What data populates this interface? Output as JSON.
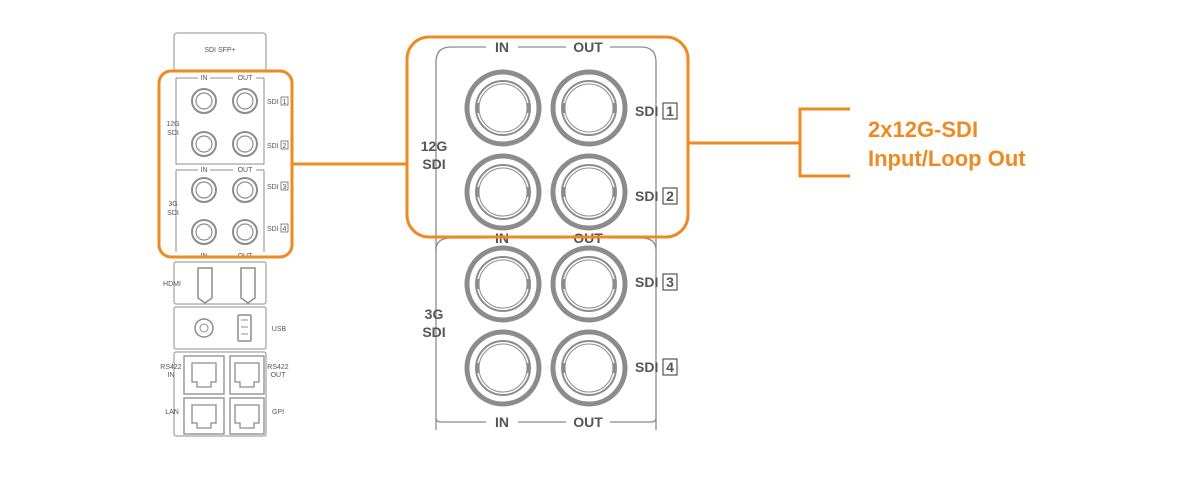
{
  "colors": {
    "accent": "#ef8a22",
    "line": "#8c8c8c",
    "text": "#555555"
  },
  "panel": {
    "sfp_label": "SDI SFP+",
    "in_label": "IN",
    "out_label": "OUT",
    "group_12g": [
      "12G",
      "SDI"
    ],
    "group_3g": [
      "3G",
      "SDI"
    ],
    "sdi_prefix": "SDI",
    "sdi_numbers": [
      "1",
      "2",
      "3",
      "4"
    ],
    "hdmi_label": "HDMI",
    "usb_label": "USB",
    "rs422_in": [
      "RS422",
      "IN"
    ],
    "rs422_out": [
      "RS422",
      "OUT"
    ],
    "lan_label": "LAN",
    "gpi_label": "GPI"
  },
  "zoom": {
    "in_label": "IN",
    "out_label": "OUT",
    "group_12g": [
      "12G",
      "SDI"
    ],
    "group_3g": [
      "3G",
      "SDI"
    ],
    "sdi_prefix": "SDI",
    "sdi_numbers": [
      "1",
      "2",
      "3",
      "4"
    ]
  },
  "callout": {
    "line1": "2x12G-SDI",
    "line2": "Input/Loop Out"
  }
}
